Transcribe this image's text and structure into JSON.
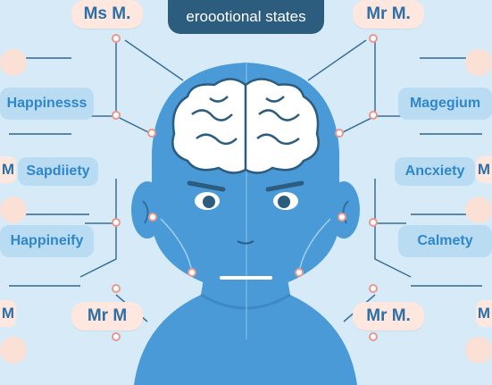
{
  "title": "eroootional states",
  "top_left_bubble": "Ms M.",
  "top_right_bubble": "Mr M.",
  "bottom_left_bubble": "Mr M",
  "bottom_right_bubble": "Mr M.",
  "left_edge_top": "M",
  "left_edge_bottom": "M",
  "right_edge_top": "M",
  "right_edge_bottom": "M",
  "left_labels": [
    "Happinesss",
    "Sapdiiety",
    "Happineify"
  ],
  "right_labels": [
    "Magegium",
    "Ancxiety",
    "Calmety"
  ],
  "colors": {
    "background": "#d6ebf7",
    "head": "#4a9ad8",
    "brain": "#ffffff",
    "accent": "#2c5c7e",
    "bubble": "#fde7de"
  }
}
